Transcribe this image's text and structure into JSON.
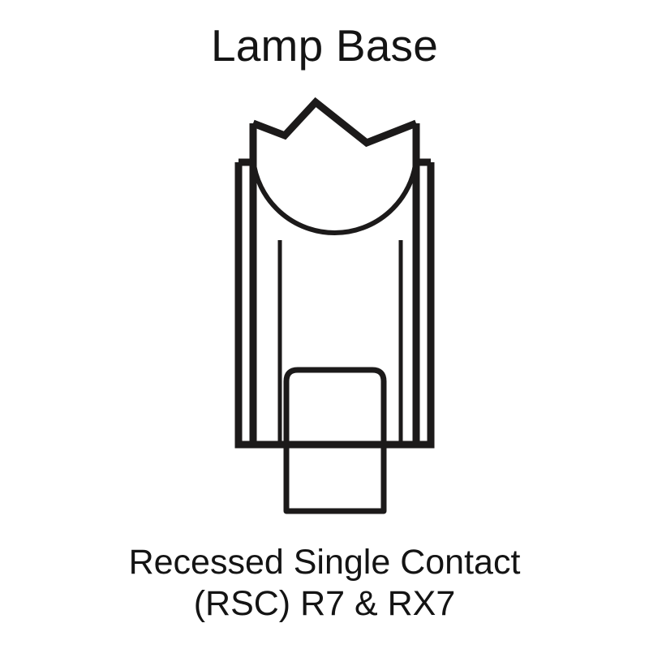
{
  "figure": {
    "title": "Lamp Base",
    "caption_lines": [
      "Recessed Single Contact",
      "(RSC) R7 & RX7"
    ],
    "diagram_name": "recessed-single-contact-lamp-base",
    "background_color": "#ffffff",
    "line_color": "#1c1a1a",
    "parts": {
      "crown_label": "crown-prongs",
      "outer_shell_label": "outer-shell",
      "inner_wall_label": "inner-wall",
      "bulb_cavity_label": "bulb-cavity-arc",
      "contact_pin_label": "recessed-contact-pin"
    }
  }
}
